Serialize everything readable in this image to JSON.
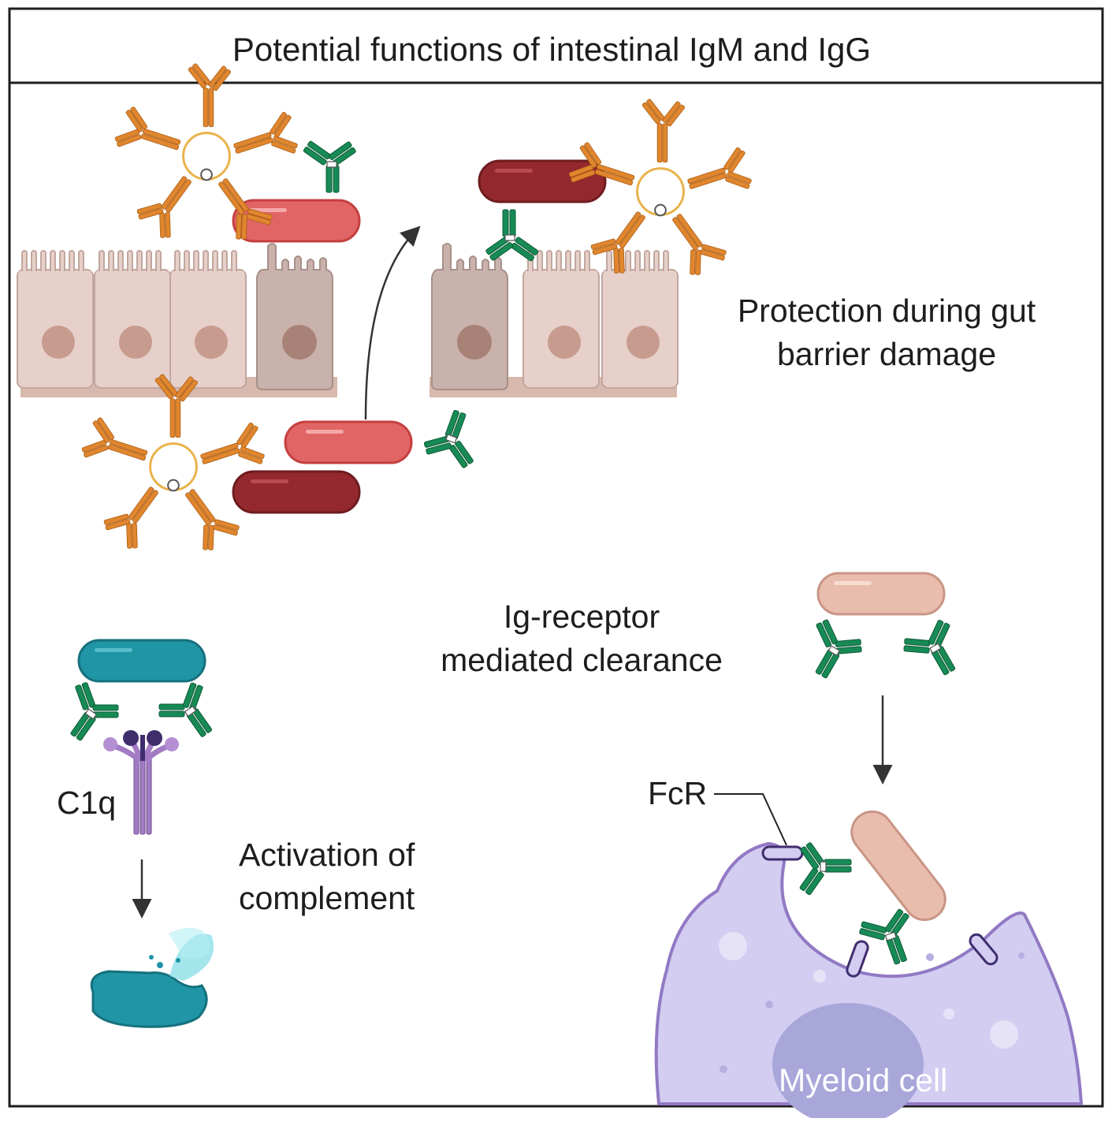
{
  "title": "Potential functions of intestinal IgM and IgG",
  "labels": {
    "protection_line1": "Protection during gut",
    "protection_line2": "barrier damage",
    "receptor_line1": "Ig-receptor",
    "receptor_line2": "mediated clearance",
    "complement_line1": "Activation of",
    "complement_line2": "complement",
    "c1q": "C1q",
    "fcr": "FcR",
    "myeloid": "Myeloid cell"
  },
  "colors": {
    "igm": "#e0862e",
    "igg": "#178a55",
    "bacteria_red": "#e16565",
    "bacteria_dark": "#93292e",
    "bacteria_teal": "#1f95a5",
    "bacteria_peach": "#e9bdae",
    "epithelium": "#e6d0c9",
    "goblet": "#c9b2ab",
    "myeloid": "#d2cdf1",
    "c1q": "#a27bc4"
  }
}
